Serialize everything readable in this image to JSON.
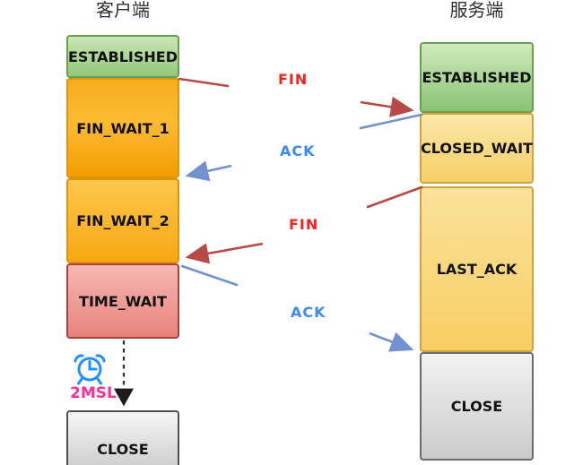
{
  "titles": {
    "client": "客户端",
    "server": "服务端"
  },
  "client": {
    "states": [
      {
        "name": "ESTABLISHED"
      },
      {
        "name": "FIN_WAIT_1"
      },
      {
        "name": "FIN_WAIT_2"
      },
      {
        "name": "TIME_WAIT"
      },
      {
        "name": "CLOSE"
      }
    ]
  },
  "server": {
    "states": [
      {
        "name": "ESTABLISHED"
      },
      {
        "name": "CLOSED_WAIT"
      },
      {
        "name": "LAST_ACK"
      },
      {
        "name": "CLOSE"
      }
    ]
  },
  "messages": [
    {
      "label": "FIN",
      "direction": "client-to-server",
      "label_color": "#f42320",
      "arrow_color": "#b94946"
    },
    {
      "label": "ACK",
      "direction": "server-to-client",
      "label_color": "#3c8af7",
      "arrow_color": "#7191d1"
    },
    {
      "label": "FIN",
      "direction": "server-to-client",
      "label_color": "#f42320",
      "arrow_color": "#b94946"
    },
    {
      "label": "ACK",
      "direction": "client-to-server",
      "label_color": "#3c8af7",
      "arrow_color": "#7191d1"
    }
  ],
  "timer": {
    "label": "2MSL",
    "icon": "alarm-clock-icon",
    "label_color": "#ff2d9b",
    "icon_color": "#1e90ff"
  },
  "colors": {
    "established_green": "#92c87c",
    "fin_wait_orange": "#f8a713",
    "server_wait_yellow": "#f6cf66",
    "time_wait_pink": "#e8837c",
    "close_gray": "#d0d0d0"
  }
}
